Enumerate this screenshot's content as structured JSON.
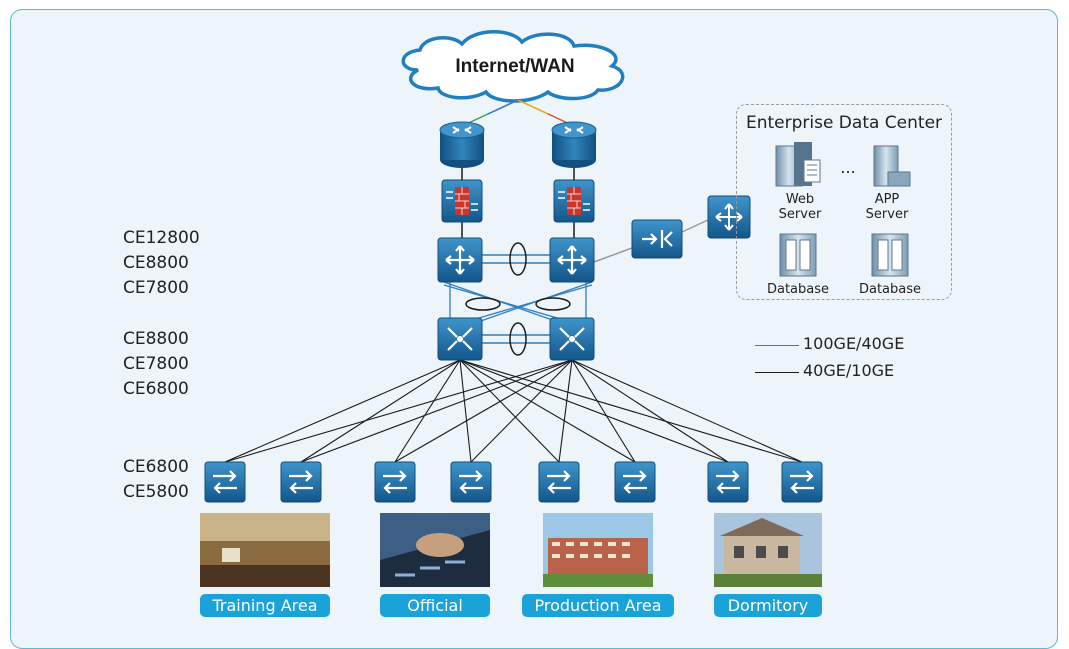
{
  "cloud": {
    "label": "Internet/WAN"
  },
  "layers": {
    "core": [
      "CE12800",
      "CE8800",
      "CE7800"
    ],
    "aggregation": [
      "CE8800",
      "CE7800",
      "CE6800"
    ],
    "access": [
      "CE6800",
      "CE5800"
    ]
  },
  "legend": [
    {
      "label": "100GE/40GE",
      "color": "#2f7fc1"
    },
    {
      "label": "40GE/10GE",
      "color": "#1a1a1a"
    }
  ],
  "data_center": {
    "title": "Enterprise Data Center",
    "web_server_line1": "Web",
    "web_server_line2": "Server",
    "ellipsis": "...",
    "app_server_line1": "APP",
    "app_server_line2": "Server",
    "database_1": "Database",
    "database_2": "Database"
  },
  "areas": [
    "Training Area",
    "Official",
    "Production Area",
    "Dormitory"
  ],
  "colors": {
    "accent": "#1aa3d9",
    "device_blue": "#1a6fa8",
    "frame_border": "#5fb8cf"
  }
}
